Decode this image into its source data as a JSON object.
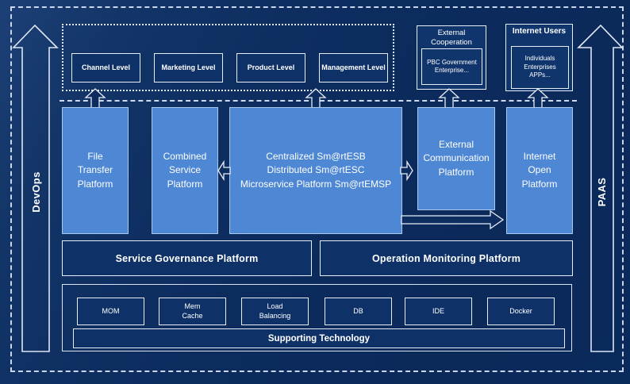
{
  "diagram": {
    "rails": {
      "left_label": "DevOps",
      "right_label": "PAAS"
    },
    "levels": [
      "Channel Level",
      "Marketing Level",
      "Product Level",
      "Management Level"
    ],
    "external_cooperation": {
      "title": "External\nCooperation",
      "members": "PBC Government\nEnterprise..."
    },
    "internet_users": {
      "title": "Internet Users",
      "members": "Individuals\nEnterprises\nAPPs..."
    },
    "platforms": {
      "file_transfer": "File\nTransfer\nPlatform",
      "combined_service": "Combined\nService\nPlatform",
      "esb_suite": "Centralized Sm@rtESB\nDistributed Sm@rtESC\nMicroservice Platform Sm@rtEMSP",
      "external_communication": "External\nCommunication\nPlatform",
      "internet_open": "Internet\nOpen\nPlatform"
    },
    "governance": {
      "service": "Service Governance Platform",
      "operation": "Operation Monitoring Platform"
    },
    "supporting": {
      "technologies": [
        "MOM",
        "Mem\nCache",
        "Load\nBalancing",
        "DB",
        "IDE",
        "Docker"
      ],
      "bar_label": "Supporting Technology"
    },
    "colors": {
      "background": "#0c2b5e",
      "panel": "#0e3168",
      "platform_fill": "#4e87d3",
      "platform_border": "#a9c9ec",
      "line": "#e8eef8"
    }
  }
}
